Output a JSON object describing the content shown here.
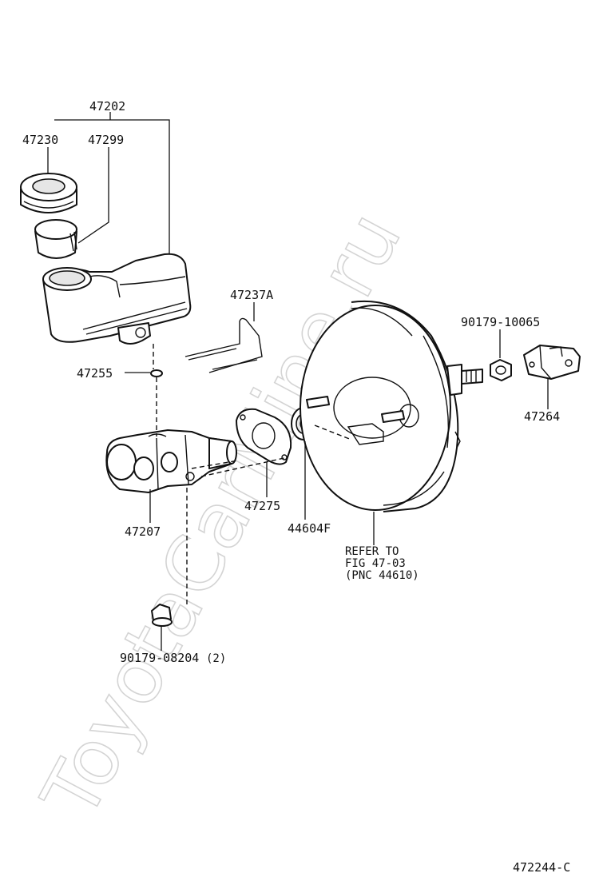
{
  "watermark": "ToyotaCarMine.ru",
  "figure_code": "472244-C",
  "labels": {
    "reservoir_assy": "47202",
    "reservoir_cap": "47230",
    "strainer": "47299",
    "grommet": "47255",
    "pin": "47237A",
    "master_cylinder": "47207",
    "gasket": "47275",
    "seal": "44604F",
    "flange_nut_small": "90179-08204",
    "flange_nut_small_qty": "(2)",
    "nut_clevis": "90179-10065",
    "clevis": "47264"
  },
  "refer_note": {
    "line1": "REFER TO",
    "line2": "FIG 47-03",
    "line3": "(PNC 44610)"
  }
}
